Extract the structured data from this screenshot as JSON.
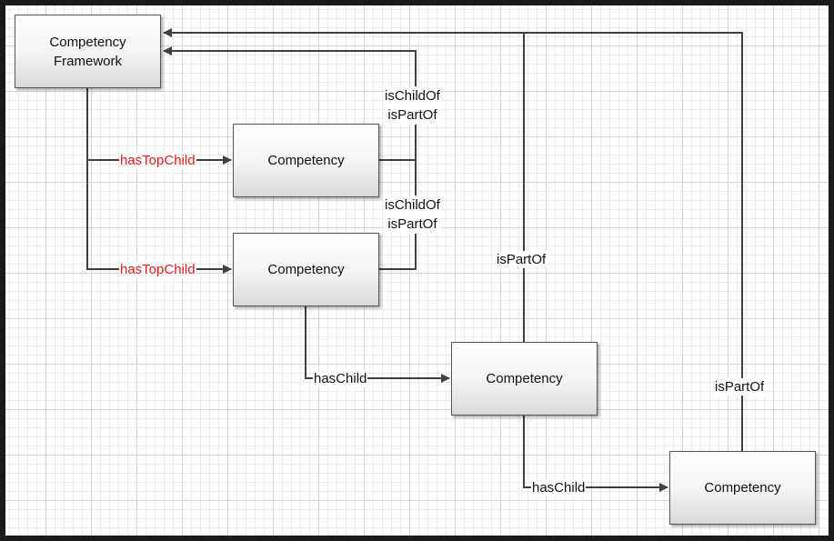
{
  "colors": {
    "line": "#404040",
    "top_child_label": "#e8191a",
    "label": "#111111"
  },
  "nodes": {
    "framework": "Competency\nFramework",
    "competency_1": "Competency",
    "competency_2": "Competency",
    "competency_3": "Competency",
    "competency_4": "Competency"
  },
  "edge_labels": {
    "has_top_child_1": "hasTopChild",
    "has_top_child_2": "hasTopChild",
    "is_child_of_part_of_1": "isChildOf\nisPartOf",
    "is_child_of_part_of_2": "isChildOf\nisPartOf",
    "has_child_1": "hasChild",
    "has_child_2": "hasChild",
    "is_part_of_1": "isPartOf",
    "is_part_of_2": "isPartOf"
  }
}
